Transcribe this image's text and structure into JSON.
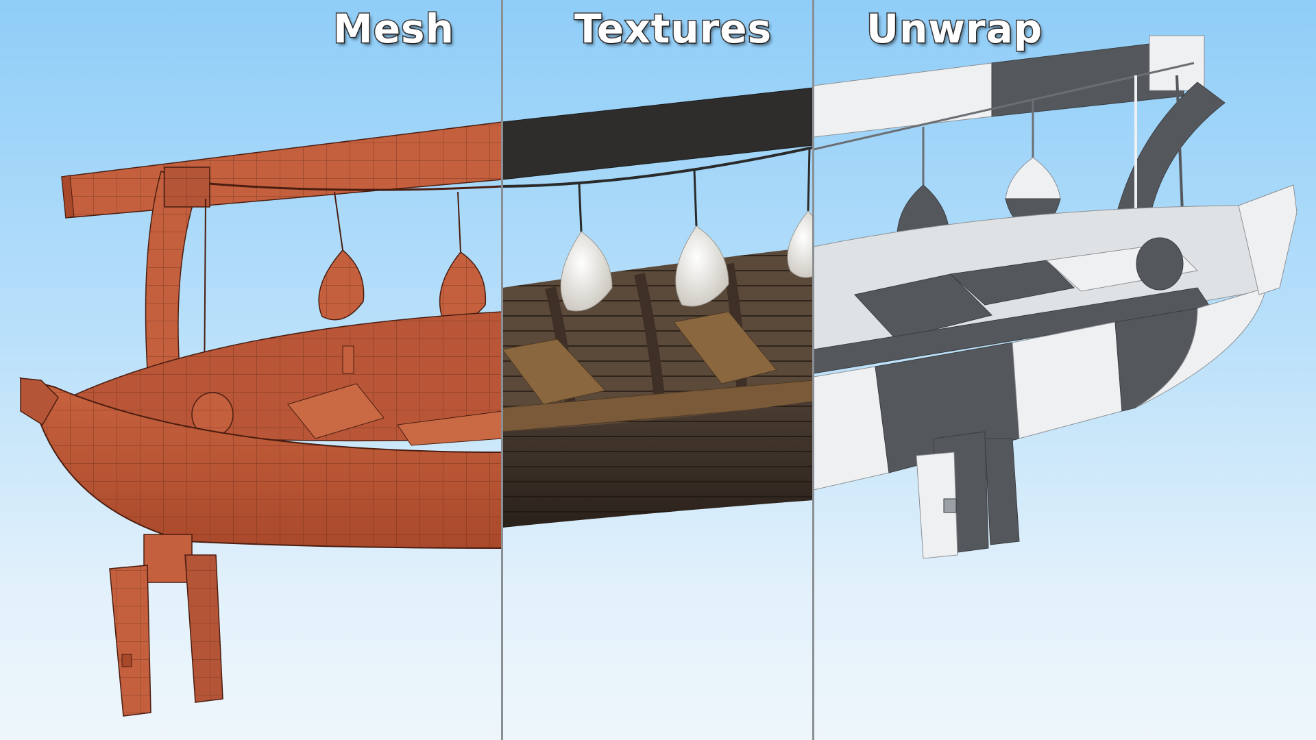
{
  "panels": {
    "mesh": {
      "title": "Mesh",
      "color": "#c4603e",
      "wire_color": "#4a1d10"
    },
    "textures": {
      "title": "Textures",
      "hull_color": "#3d3128",
      "deck_color": "#7a5a38",
      "fender_color": "#e9e6df"
    },
    "unwrap": {
      "title": "Unwrap",
      "dark_color": "#54585c",
      "light_color": "#eef0f2"
    }
  }
}
